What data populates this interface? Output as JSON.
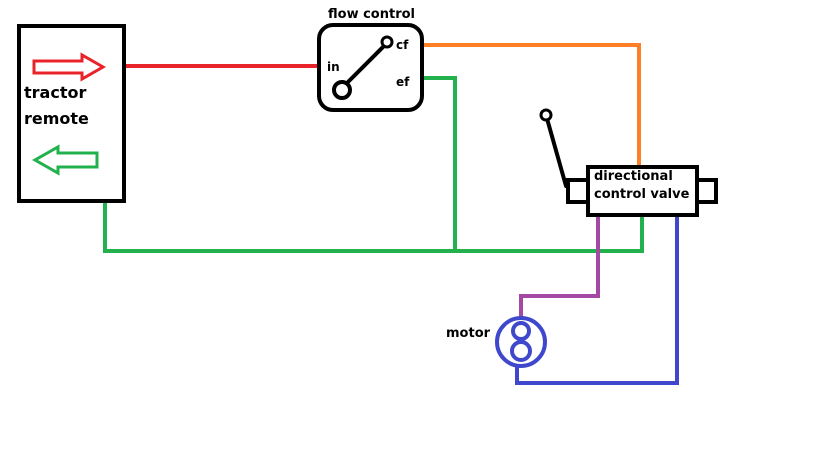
{
  "tractor_remote": {
    "label_line1": "tractor",
    "label_line2": "remote"
  },
  "flow_control": {
    "title": "flow control",
    "port_in": "in",
    "port_cf": "cf",
    "port_ef": "ef"
  },
  "directional_valve": {
    "label_line1": "directional",
    "label_line2": "control valve"
  },
  "motor": {
    "label": "motor"
  },
  "colors": {
    "pressure_line": "#e8242a",
    "return_line": "#22b14c",
    "controlled_flow_line": "#ff7f27",
    "motor_line_a": "#a349a4",
    "motor_line_b": "#3f48cc",
    "outline": "#000000"
  }
}
